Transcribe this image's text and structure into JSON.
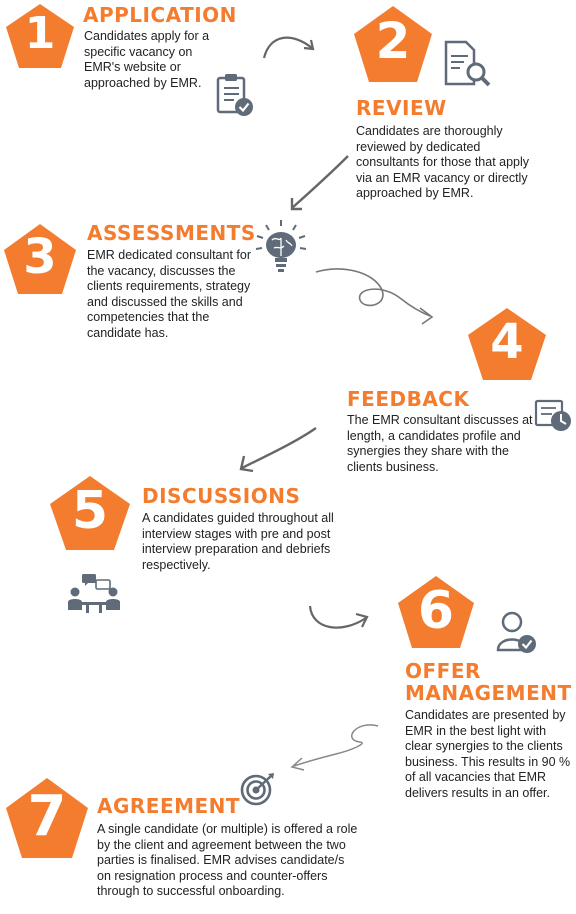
{
  "colors": {
    "accent": "#f47c2f",
    "text": "#222222",
    "icon": "#5f6b78",
    "arrow": "#666666"
  },
  "steps": [
    {
      "number": "1",
      "title": "APPLICATION",
      "title_line2": "",
      "icon": "checklist-icon",
      "desc": "Candidates apply for a specific vacancy on EMR's website or approached by EMR."
    },
    {
      "number": "2",
      "title": "REVIEW",
      "title_line2": "",
      "icon": "document-search-icon",
      "desc": "Candidates are thoroughly reviewed by dedicated consultants for those that apply via an EMR vacancy or directly approached by EMR."
    },
    {
      "number": "3",
      "title": "ASSESSMENTS",
      "title_line2": "",
      "icon": "brain-bulb-icon",
      "desc": "EMR dedicated consultant for the vacancy, discusses the clients requirements, strategy and discussed the skills and competencies that the candidate has."
    },
    {
      "number": "4",
      "title": "FEEDBACK",
      "title_line2": "",
      "icon": "clock-document-icon",
      "desc": "The EMR consultant discusses at length, a candidates profile and synergies they share with the clients business."
    },
    {
      "number": "5",
      "title": "DISCUSSIONS",
      "title_line2": "",
      "icon": "meeting-icon",
      "desc": "A candidates guided throughout all interview stages with pre and post interview preparation and debriefs respectively."
    },
    {
      "number": "6",
      "title": "OFFER",
      "title_line2": "MANAGEMENT",
      "icon": "user-check-icon",
      "desc": "Candidates are presented by EMR in the best light with clear synergies to the clients business. This results in 90 % of all vacancies that EMR delivers results in an offer."
    },
    {
      "number": "7",
      "title": "AGREEMENT",
      "title_line2": "",
      "icon": "target-icon",
      "desc": "A single candidate (or multiple) is offered a role by the client and agreement between the two parties is finalised. EMR advises candidate/s on resignation process and counter-offers through to successful onboarding."
    }
  ]
}
